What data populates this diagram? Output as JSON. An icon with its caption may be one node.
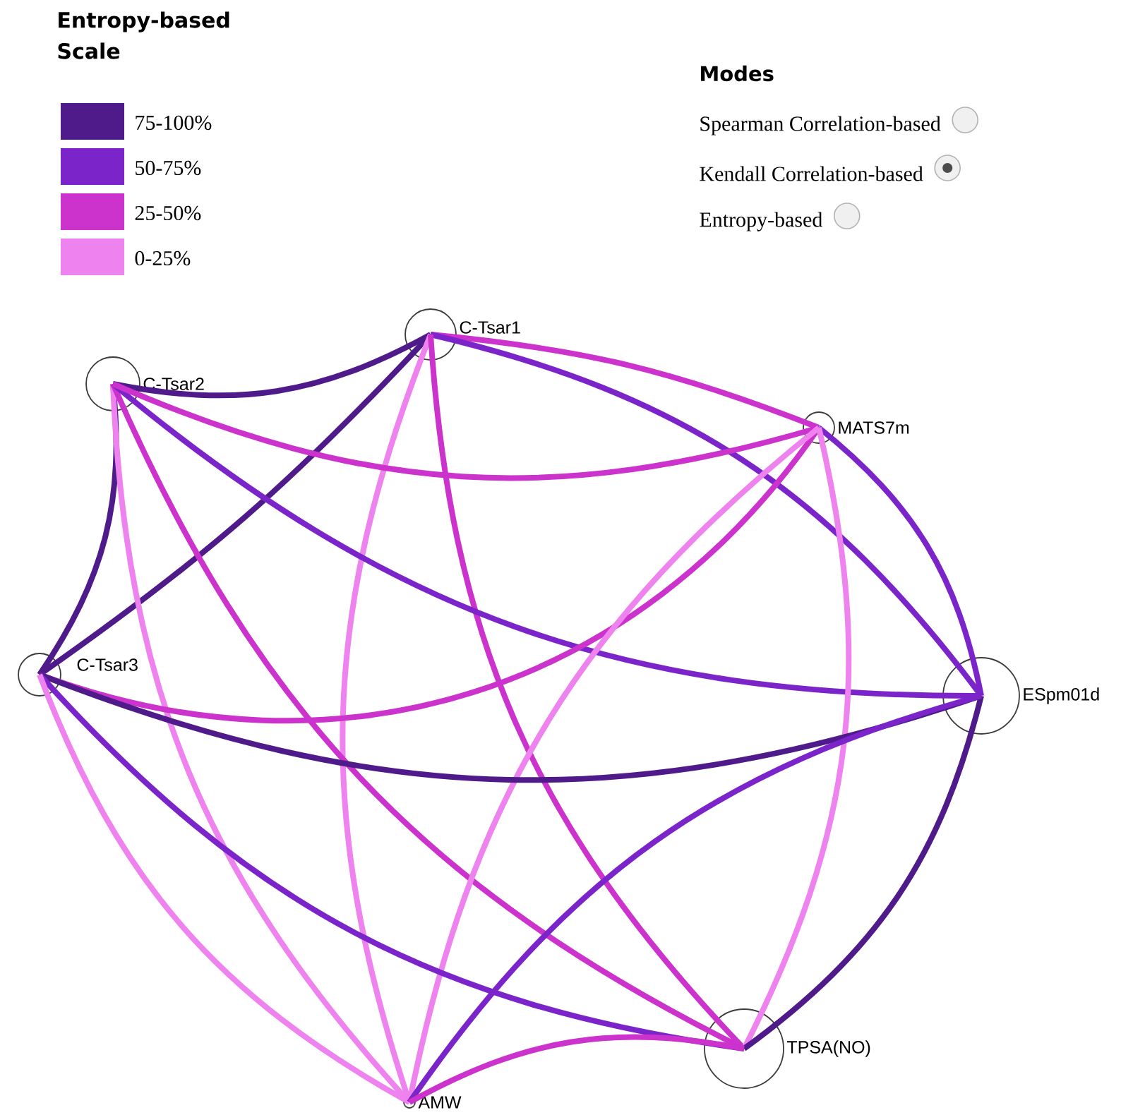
{
  "diagram": {
    "nodes": [
      {
        "text": [
          "C-Tsar1"
        ]
      },
      {
        "text": [
          "C-Tsar2"
        ]
      },
      {
        "text": [
          "MATS7m"
        ]
      },
      {
        "text": [
          "C-Tsar3"
        ]
      },
      {
        "text": [
          "ESpm01d"
        ]
      },
      {
        "text": [
          "TPSA(NO)"
        ]
      },
      {
        "text": [
          "AMW"
        ]
      }
    ],
    "edges": [
      {
        "from": 0,
        "to": 1,
        "arrow": "none",
        "color": "#4f1b8a"
      },
      {
        "from": 0,
        "to": 3,
        "arrow": "none",
        "color": "#4f1b8a"
      },
      {
        "from": 0,
        "to": 2,
        "arrow": "none",
        "color": "#cc33cc"
      },
      {
        "from": 0,
        "to": 4,
        "arrow": "none",
        "color": "#7b24c9"
      },
      {
        "from": 6,
        "to": 0,
        "arrow": "none",
        "color": "#ee82ee"
      },
      {
        "from": 5,
        "to": 0,
        "arrow": "none",
        "color": "#cc33cc"
      },
      {
        "from": 1,
        "to": 3,
        "arrow": "none",
        "color": "#4f1b8a"
      },
      {
        "from": 6,
        "to": 1,
        "arrow": "none",
        "color": "#ee82ee"
      },
      {
        "from": 5,
        "to": 1,
        "arrow": "none",
        "color": "#cc33cc"
      },
      {
        "from": 4,
        "to": 1,
        "arrow": "none",
        "color": "#7b24c9"
      },
      {
        "from": 2,
        "to": 1,
        "arrow": "none",
        "color": "#cc33cc"
      },
      {
        "from": 2,
        "to": 3,
        "arrow": "none",
        "color": "#cc33cc"
      },
      {
        "from": 6,
        "to": 2,
        "arrow": "none",
        "color": "#ee82ee"
      },
      {
        "from": 2,
        "to": 4,
        "arrow": "none",
        "color": "#7b24c9"
      },
      {
        "from": 2,
        "to": 5,
        "arrow": "none",
        "color": "#ee82ee"
      },
      {
        "from": 4,
        "to": 3,
        "arrow": "none",
        "color": "#4f1b8a"
      },
      {
        "from": 5,
        "to": 3,
        "arrow": "none",
        "color": "#7b24c9"
      },
      {
        "from": 6,
        "to": 3,
        "arrow": "none",
        "color": "#ee82ee"
      },
      {
        "from": 4,
        "to": 5,
        "arrow": "none",
        "color": "#4f1b8a"
      },
      {
        "from": 6,
        "to": 4,
        "arrow": "none",
        "color": "#7b24c9"
      },
      {
        "from": 6,
        "to": 5,
        "arrow": "none",
        "color": "#cc33cc"
      }
    ],
    "labels": [
      "Entropy-based Scale",
      "Modes",
      "Spearman Correlation-based",
      "Kendall Correlation-based",
      "Entropy-based"
    ],
    "legend": [
      {
        "text": "75-100%",
        "color": "#4f1b8a"
      },
      {
        "text": "50-75%",
        "color": "#7b24c9"
      },
      {
        "text": "25-50%",
        "color": "#cc33cc"
      },
      {
        "text": "0-25%",
        "color": "#ee82ee"
      }
    ]
  }
}
